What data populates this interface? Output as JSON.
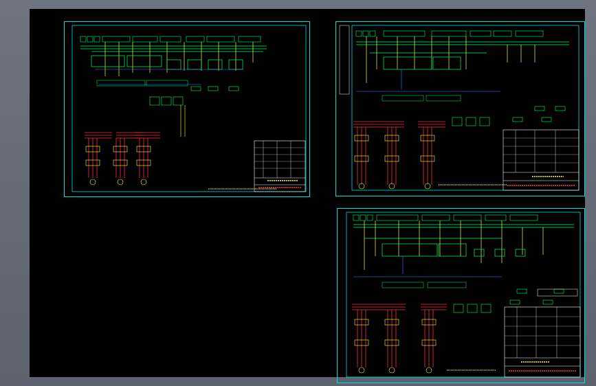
{
  "viewport": {
    "background": "#000000",
    "frame_color": "#5d636e"
  },
  "colors": {
    "border": "#00e0e0",
    "wire_green": "#00ff60",
    "wire_yellow": "#ffff40",
    "wire_red": "#ff3030",
    "wire_blue": "#4080ff",
    "wire_white": "#ffffff"
  },
  "sheets": [
    {
      "id": "sheet-1",
      "name": "drawing-sheet-1"
    },
    {
      "id": "sheet-2",
      "name": "drawing-sheet-2"
    },
    {
      "id": "sheet-3",
      "name": "drawing-sheet-3"
    }
  ]
}
